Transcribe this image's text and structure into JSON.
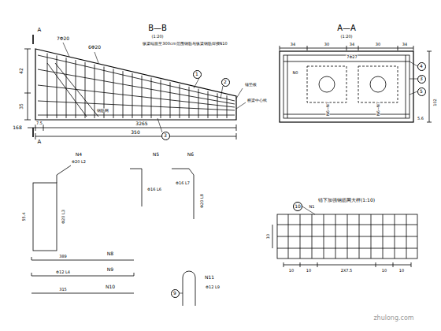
{
  "diagram": {
    "nodes": [
      {
        "text": [
          "1"
        ]
      },
      {
        "text": [
          "2"
        ]
      },
      {
        "text": [
          "3"
        ]
      },
      {
        "text": [
          "4"
        ]
      },
      {
        "text": [
          "3"
        ]
      },
      {
        "text": [
          "5"
        ]
      },
      {
        "text": [
          "9"
        ]
      },
      {
        "text": [
          "10"
        ]
      }
    ],
    "labels": [
      "B—B",
      "(1:20)",
      "纵梁端面至300cm范围钢筋与纵梁钢筋焊接N10",
      "A",
      "A",
      "7Φ20",
      "6Φ20",
      "42",
      "35",
      "锚垫板",
      "横梁中心线",
      "钢筋网",
      "168",
      "7.5",
      "3265",
      "350",
      "A—A",
      "(1:20)",
      "34",
      "30",
      "34",
      "30",
      "34",
      "N0",
      "7Φ27",
      "102",
      "N6~N7",
      "N6~N7",
      "5.6",
      "N4",
      "Φ20 L2",
      "55.4",
      "Φ20 L3",
      "N5",
      "Φ16 L6",
      "N6",
      "Φ16 L7",
      "Φ20 L8",
      "N8",
      "389",
      "N9",
      "Φ12 L4",
      "N10",
      "315",
      "N11",
      "Φ12 L9",
      "锚下加强钢筋网大样(1:10)",
      "N1",
      "10",
      "10",
      "2X7.5",
      "10",
      "10",
      "10",
      "zhulong.com"
    ]
  }
}
